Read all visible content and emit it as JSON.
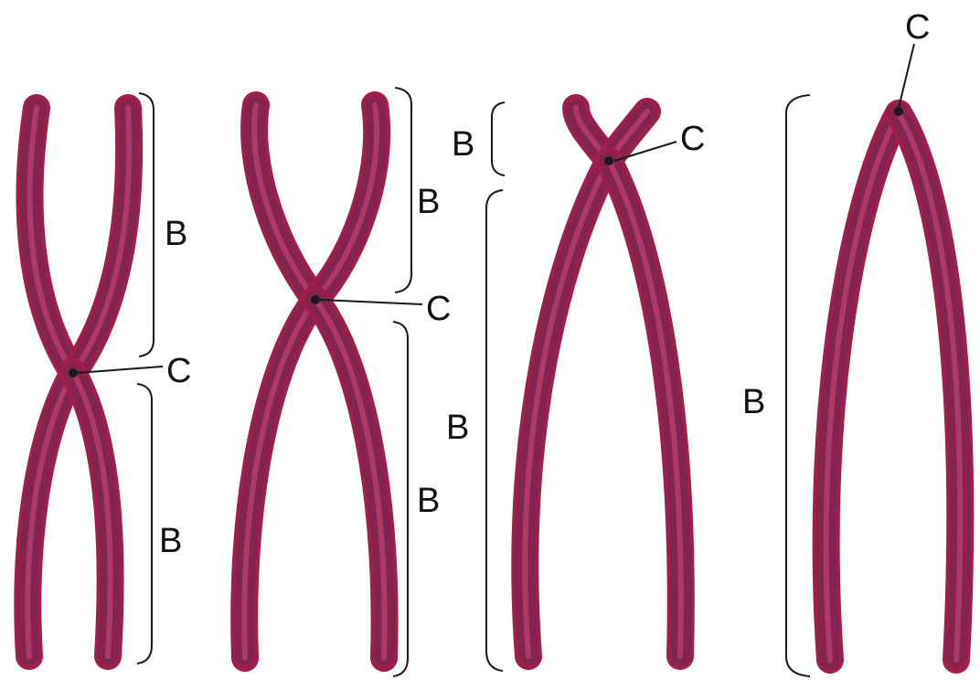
{
  "colors": {
    "chromatid": "#a11d4a",
    "chromatid_texture": "#6b2a55",
    "chromatid_highlight": "#d14a78",
    "centromere": "#1a1a1a",
    "line": "#1a1a1a",
    "background": "#ffffff"
  },
  "chromosomes": [
    {
      "type": "metacentric",
      "labels": {
        "arm_upper": "B",
        "arm_lower": "B",
        "centromere": "C"
      }
    },
    {
      "type": "submetacentric",
      "labels": {
        "arm_upper": "B",
        "arm_lower": "B",
        "centromere": "C"
      }
    },
    {
      "type": "acrocentric",
      "labels": {
        "arm_upper": "B",
        "arm_lower": "B",
        "centromere": "C"
      }
    },
    {
      "type": "telocentric",
      "labels": {
        "arm": "B",
        "centromere": "C"
      }
    }
  ]
}
